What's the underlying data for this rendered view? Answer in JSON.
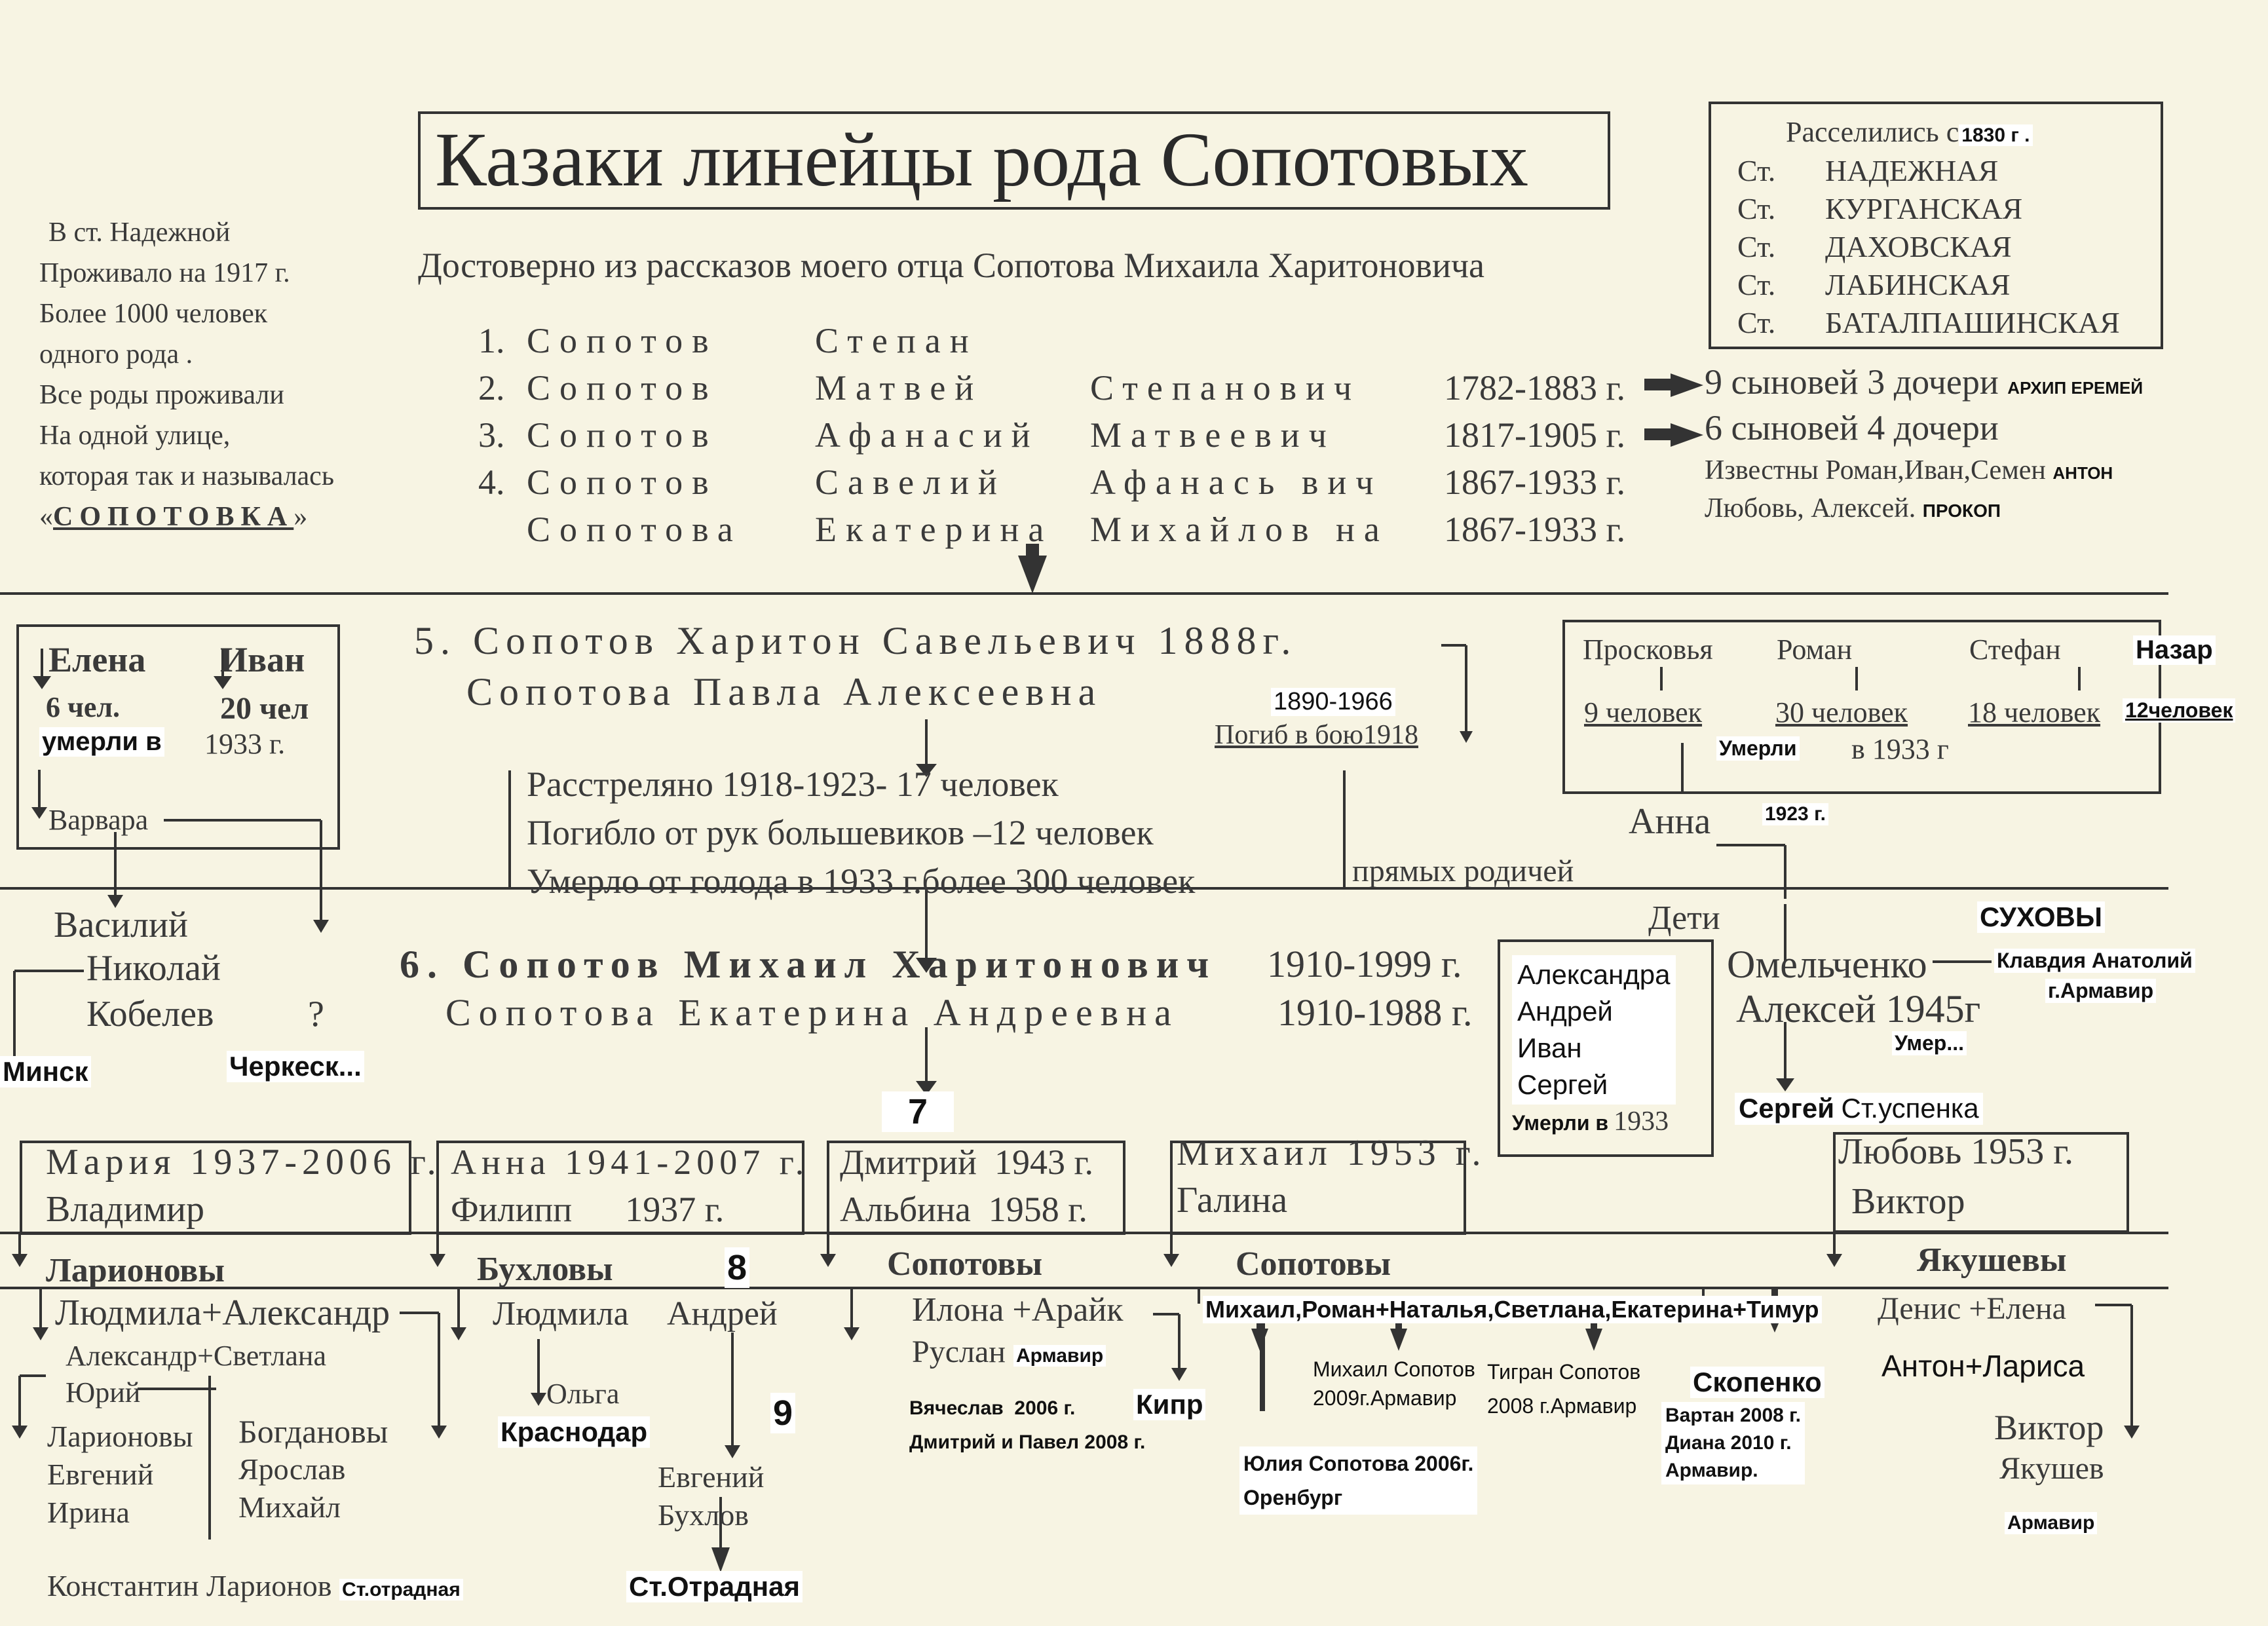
{
  "title": "Казаки линейцы рода Сопотовых",
  "subtitle": "Достоверно из рассказов моего отца Сопотова Михаила Харитоновича",
  "left_note": {
    "lines": [
      "В ст. Надежной",
      "Проживало на 1917 г.",
      "Более 1000 человек",
      "одного рода .",
      "Все роды проживали",
      "На одной улице,",
      "которая так и называлась"
    ],
    "quote_open": "«",
    "street": "СОПОТОВКА",
    "quote_close": "»"
  },
  "settled": {
    "heading": "Расселились с",
    "year": "1830 г .",
    "stanitsas": [
      {
        "prefix": "Ст.",
        "name": "НАДЕЖНАЯ"
      },
      {
        "prefix": "Ст.",
        "name": "КУРГАНСКАЯ"
      },
      {
        "prefix": "Ст.",
        "name": "ДАХОВСКАЯ"
      },
      {
        "prefix": "Ст.",
        "name": "ЛАБИНСКАЯ"
      },
      {
        "prefix": "Ст.",
        "name": "БАТАЛПАШИНСКАЯ"
      }
    ]
  },
  "generations_top": [
    {
      "num": "1.",
      "surname": "Сопотов",
      "name": "Степан",
      "patronymic": "",
      "years": ""
    },
    {
      "num": "2.",
      "surname": "Сопотов",
      "name": "Матвей",
      "patronymic": "Степанович",
      "years": "1782-1883 г."
    },
    {
      "num": "3.",
      "surname": "Сопотов",
      "name": "Афанасий",
      "patronymic": "Матвеевич",
      "years": "1817-1905 г."
    },
    {
      "num": "4.",
      "surname": "Сопотов",
      "name": "Савелий",
      "patronymic": "Афанась вич",
      "years": "1867-1933 г."
    },
    {
      "num": "",
      "surname": "Сопотова",
      "name": "Екатерина",
      "patronymic": "Михайлов на",
      "years": "1867-1933 г."
    }
  ],
  "children_notes": {
    "matvey": "9 сыновей 3 дочери",
    "matvey_names": "АРХИП ЕРЕМЕЙ",
    "afanasiy": "6 сыновей 4 дочери",
    "known": "Известны Роман,Иван,Семен",
    "known_extra": "АНТОН",
    "known2": "Любовь, Алексей.",
    "known2_extra": "ПРОКОП"
  },
  "gen5": {
    "line1": "5. Сопотов Харитон Савельевич 1888г.",
    "line2": "Сопотова Павла Алексеевна",
    "years_wife": "1890-1966",
    "died": "Погиб в бою1918"
  },
  "losses": {
    "shot": "Расстреляно 1918-1923-    17 человек",
    "bolsheviks": "Погибло от рук большевиков –12 человек",
    "hunger": "Умерло от голода в 1933 г.более 300 человек",
    "relatives": "прямых родичей"
  },
  "left_box": {
    "elena": "Елена",
    "elena_count": "6 чел.",
    "ivan": "Иван",
    "ivan_count": "20 чел",
    "died_label": "умерли в",
    "died_year": "1933 г.",
    "varvara": "Варвара"
  },
  "right_box": {
    "prosk": "Просковья",
    "roman": "Роман",
    "stefan": "Стефан",
    "nazar": "Назар",
    "prosk_count": "9 человек",
    "roman_count": "30 человек",
    "stefan_count": "18 человек",
    "nazar_count": "12человек",
    "died": "Умерли",
    "died_year": "в 1933 г"
  },
  "anna": {
    "name": "Анна",
    "year": "1923 г."
  },
  "left_family": {
    "vasiliy": "Василий",
    "nikolay": "Николай",
    "kobelev": "Кобелев",
    "question": "?",
    "minsk": "Минск",
    "cherkessk": "Черкеск..."
  },
  "gen6": {
    "husband": "6. Сопотов Михаил Харитонович",
    "husband_years": "1910-1999 г.",
    "wife": "Сопотова Екатерина Андреевна",
    "wife_years": "1910-1988 г.",
    "children_label": "Дети",
    "died_children": [
      "Александра",
      "Андрей",
      "Иван",
      "Сергей"
    ],
    "died_label": "Умерли в",
    "died_year": "1933"
  },
  "right_family": {
    "suhovy": "СУХОВЫ",
    "omelchenko": "Омельченко",
    "klavdiya": "Клавдия Анатолий",
    "armavir": "г.Армавир",
    "aleksey": "Алексей 1945г",
    "umer": "Умер...",
    "sergey": "Сергей",
    "uspenka": "Ст.успенка"
  },
  "marker_7": "7",
  "marker_8": "8",
  "marker_9": "9",
  "gen7": [
    {
      "line1": "Мария 1937-2006 г.",
      "line2": "Владимир"
    },
    {
      "line1": "Анна 1941-2007 г.",
      "line2": "Филипп      1937 г."
    },
    {
      "line1": "Дмитрий  1943 г.",
      "line2": "Альбина  1958 г."
    },
    {
      "line1": "Михаил 1953 г.",
      "line2": "Галина"
    },
    {
      "line1": "Любовь 1953 г.",
      "line2": "Виктор"
    }
  ],
  "families": [
    "Ларионовы",
    "Бухловы",
    "Сопотовы",
    "Сопотовы",
    "Якушевы"
  ],
  "larionovy": {
    "l1": "Людмила+Александр",
    "l2": "Александр+Светлана",
    "yuriy": "Юрий",
    "col1": [
      "Ларионовы",
      "Евгений",
      "Ирина"
    ],
    "col2": [
      "Богдановы",
      "Ярослав",
      "Михайл"
    ],
    "konst": "Константин Ларионов",
    "konst_place": "Ст.отрадная"
  },
  "buhlovy": {
    "ludmila": "Людмила",
    "andrey": "Андрей",
    "olga": "Ольга",
    "krasnodar": "Краснодар",
    "evgeniy": "Евгений",
    "buhlov": "Бухлов",
    "otradnaya": "Ст.Отрадная"
  },
  "sopotovy1": {
    "ilona": "Илона +Арайк",
    "ruslan": "Руслан",
    "armavir": "Армавир",
    "vyacheslav": "Вячеслав  2006 г.",
    "kipr": "Кипр",
    "dmitriy": "Дмитрий и Павел 2008 г."
  },
  "sopotovy2": {
    "row": "Михаил,Роман+Наталья,Светлана,Екатерина+Тимур",
    "mikhail": "Михаил Сопотов",
    "mikhail_year": "2009г.Армавир",
    "tigran": "Тигран Сопотов",
    "tigran_year": "2008 г.Армавир",
    "skopenko": "Скопенко",
    "vartan": "Вартан 2008 г.",
    "diana": "Диана 2010 г.",
    "armavir": "Армавир.",
    "yulia": "Юлия Сопотова 2006г.",
    "orenburg": "Оренбург"
  },
  "yakushevy": {
    "denis": "Денис +Елена",
    "anton": "Антон+Лариса",
    "viktor": "Виктор",
    "yakushev": "Якушев",
    "armavir": "Армавир"
  }
}
